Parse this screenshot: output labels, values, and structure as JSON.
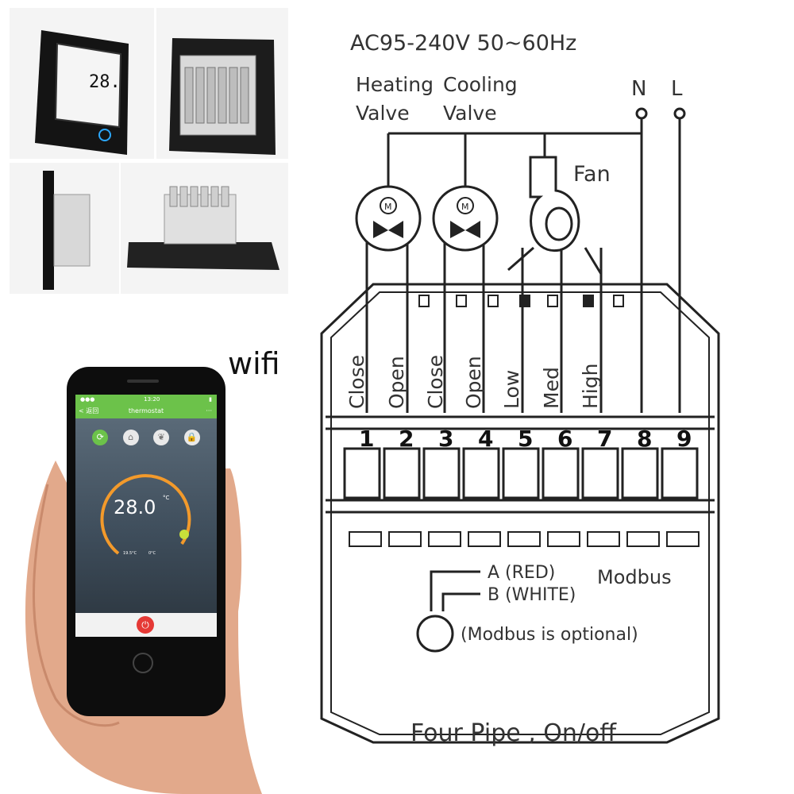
{
  "supply": "AC95-240V  50~60Hz",
  "valves": {
    "heating": [
      "Heating",
      "Valve"
    ],
    "cooling": [
      "Cooling",
      "Valve"
    ]
  },
  "fan_label": "Fan",
  "power_terminals": {
    "n": "N",
    "l": "L"
  },
  "terminal_functions": [
    "Close",
    "Open",
    "Close",
    "Open",
    "Low",
    "Med",
    "High"
  ],
  "terminal_numbers": [
    "1",
    "2",
    "3",
    "4",
    "5",
    "6",
    "7",
    "8",
    "9"
  ],
  "modbus": {
    "a": "A (RED)",
    "b": "B (WHITE)",
    "title": "Modbus",
    "note": "(Modbus is optional)"
  },
  "caption": "Four Pipe , On/off",
  "wifi_label": "wifi",
  "phone": {
    "title": "thermostat",
    "back": "< 返回",
    "time": "13:20",
    "temperature": "28.0",
    "unit": "°C",
    "set_temp": "19.5°C",
    "current_temp": "0°C"
  },
  "colors": {
    "app_green": "#6cc24a",
    "dial_orange": "#f39a2b",
    "dial_knob": "#c8e03a",
    "power_red": "#e53935"
  }
}
